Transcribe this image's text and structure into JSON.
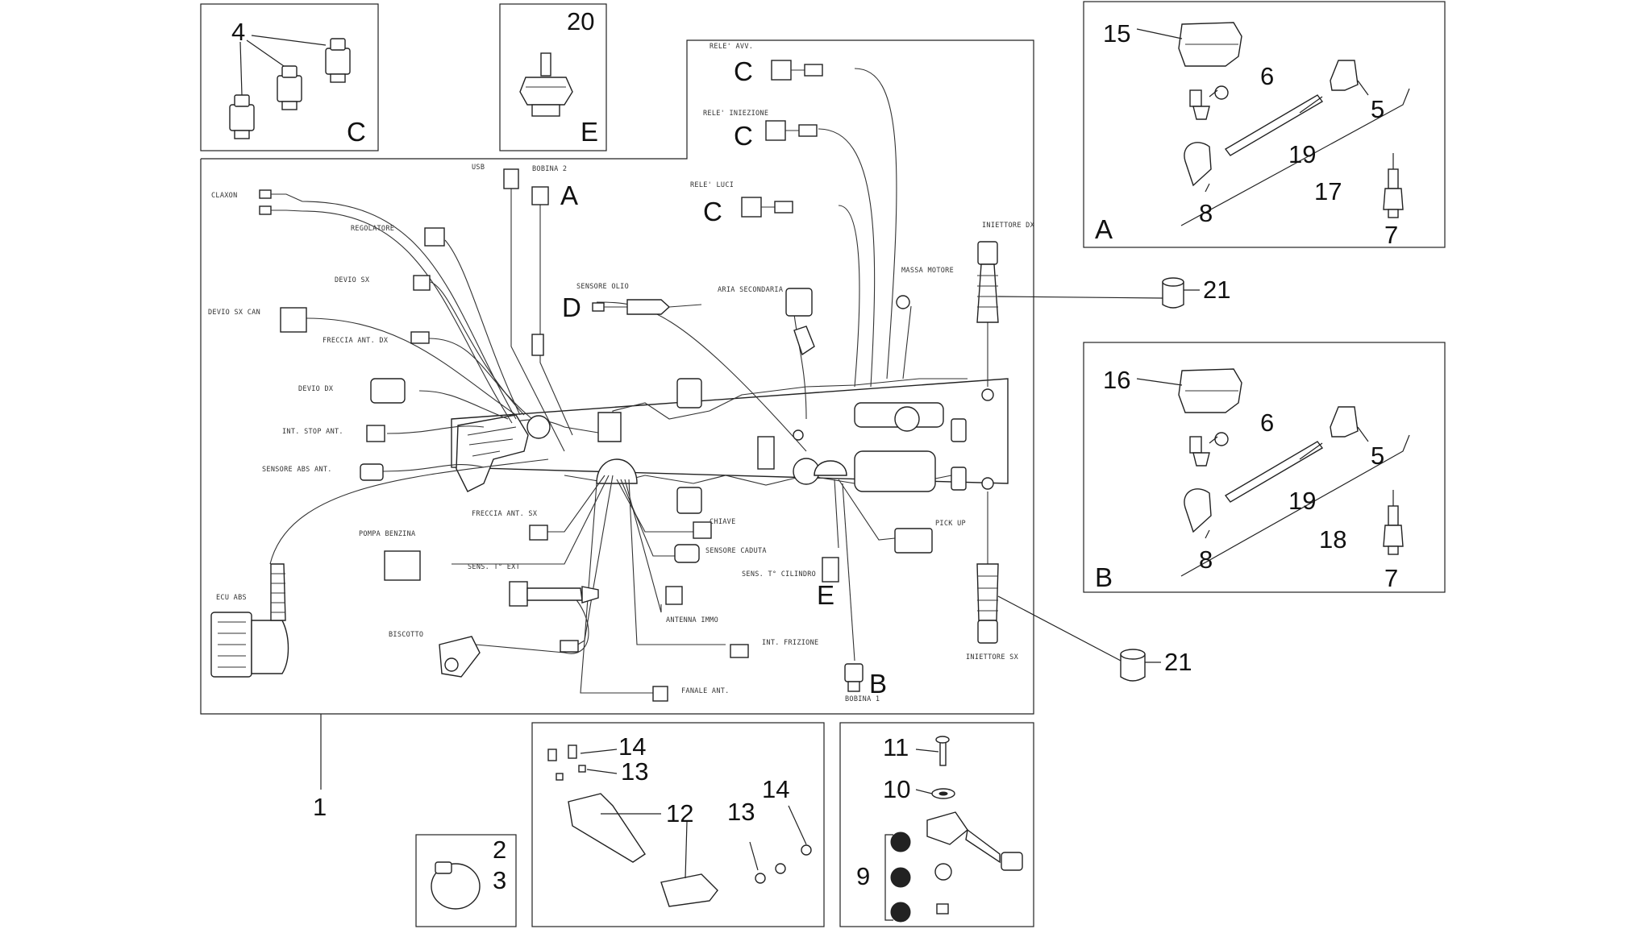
{
  "numbers": {
    "n1": "1",
    "n2": "2",
    "n3": "3",
    "n4": "4",
    "n5": "5",
    "n6": "6",
    "n7": "7",
    "n8": "8",
    "n9": "9",
    "n10": "10",
    "n11": "11",
    "n12": "12",
    "n13": "13",
    "n14": "14",
    "n15": "15",
    "n16": "16",
    "n17": "17",
    "n18": "18",
    "n19": "19",
    "n20": "20",
    "n21": "21"
  },
  "letters": {
    "A": "A",
    "B": "B",
    "C": "C",
    "D": "D",
    "E": "E"
  },
  "harness_labels": {
    "clacson": "CLAXON",
    "usb": "USB",
    "bobina2": "BOBINA 2",
    "regolatore": "REGOLATORE",
    "devio_sx": "DEVIO SX",
    "devio_sx_can": "DEVIO SX CAN",
    "freccia_ant_dx": "FRECCIA ANT. DX",
    "devio_dx": "DEVIO DX",
    "int_stop_ant": "INT. STOP ANT.",
    "sensore_abs_ant": "SENSORE ABS ANT.",
    "rele_avv": "RELE' AVV.",
    "rele_iniezione": "RELE' INIEZIONE",
    "rele_luci": "RELE' LUCI",
    "sensore_olio": "SENSORE OLIO",
    "aria_secondaria": "ARIA SECONDARIA",
    "massa_motore": "MASSA MOTORE",
    "iniettore_dx": "INIETTORE DX",
    "iniettore_sx": "INIETTORE SX",
    "freccia_ant_sx": "FRECCIA ANT. SX",
    "pompa_benzina": "POMPA BENZINA",
    "chiave": "CHIAVE",
    "sensore_caduta": "SENSORE CADUTA",
    "pick_up": "PICK UP",
    "sens_t_ext": "SENS. T° EXT",
    "sens_t_cilindro": "SENS. T° CILINDRO",
    "ecu_abs": "ECU ABS",
    "antenna_immo": "ANTENNA IMMO",
    "int_frizione": "INT. FRIZIONE",
    "bobina1": "BOBINA 1",
    "biscotto": "BISCOTTO",
    "fanale_ant": "FANALE ANT."
  }
}
